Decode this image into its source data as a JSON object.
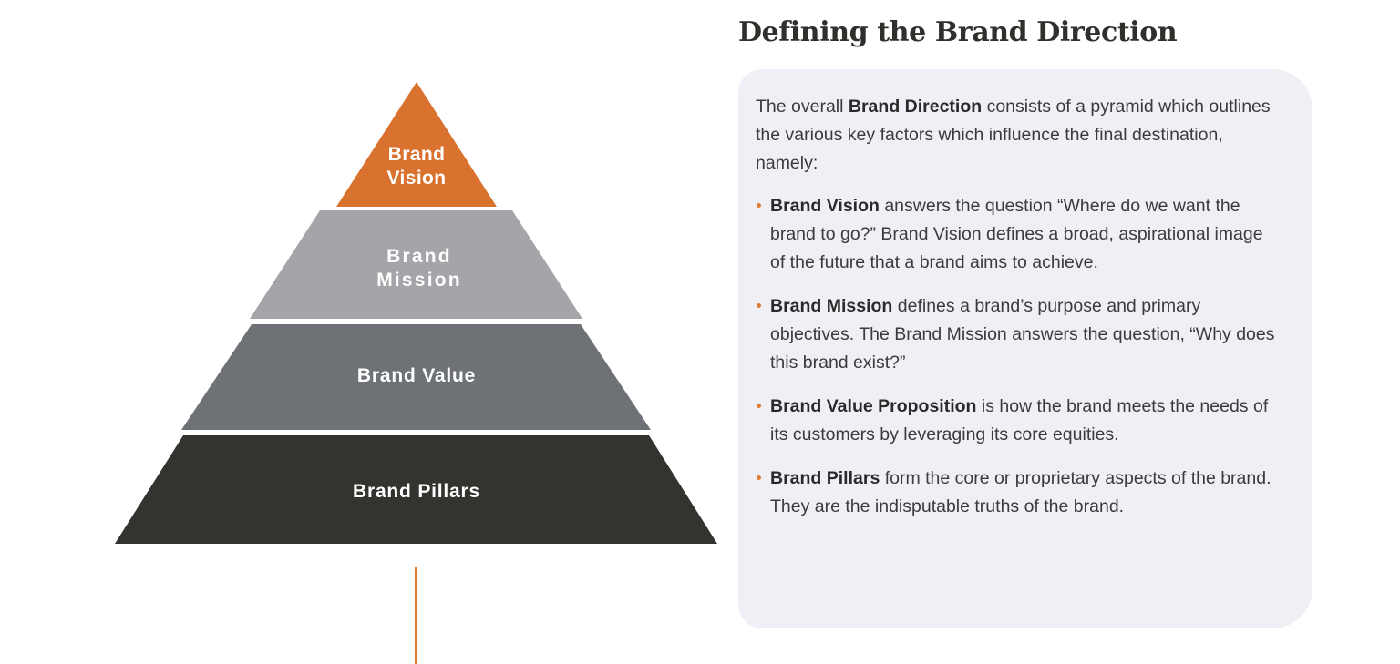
{
  "colors": {
    "background": "#ffffff",
    "accent_orange": "#e07a2f",
    "tier_vision": "#d9722e",
    "tier_mission": "#a3a5a8",
    "tier_value": "#6e7175",
    "tier_pillars": "#333330",
    "card_background": "#eef0f5",
    "body_text": "#3b3b3b",
    "title_text": "#312f2c"
  },
  "pyramid": {
    "tiers": [
      {
        "id": "brand-vision",
        "label_line1": "Brand",
        "label_line2": "Vision",
        "color": "#d9722e",
        "level": 1
      },
      {
        "id": "brand-mission",
        "label_line1": "Brand",
        "label_line2": "Mission",
        "color": "#a3a5a8",
        "level": 2
      },
      {
        "id": "brand-value",
        "label_line1": "Brand Value",
        "label_line2": "",
        "color": "#6e7175",
        "level": 3
      },
      {
        "id": "brand-pillars",
        "label_line1": "Brand Pillars",
        "label_line2": "",
        "color": "#333330",
        "level": 4
      }
    ]
  },
  "panel": {
    "title": "Defining the Brand Direction",
    "intro": {
      "before": "The overall ",
      "bold": "Brand Direction",
      "after": " consists of a pyramid which outlines the various key factors which influence the final destination, namely:"
    },
    "bullets": [
      {
        "term": "Brand Vision",
        "text": " answers the question “Where do we want the brand to go?” Brand Vision defines a broad, aspirational image of the future that a brand aims to achieve."
      },
      {
        "term": "Brand Mission",
        "text": " defines a brand’s purpose and primary objectives. The Brand Mission answers the question, “Why does this brand exist?”"
      },
      {
        "term": "Brand Value Proposition",
        "text": " is how the brand meets the needs of its customers by leveraging its core equities."
      },
      {
        "term": "Brand Pillars",
        "text": " form the core or proprietary aspects of the brand. They are the indisputable truths of the brand."
      }
    ]
  }
}
